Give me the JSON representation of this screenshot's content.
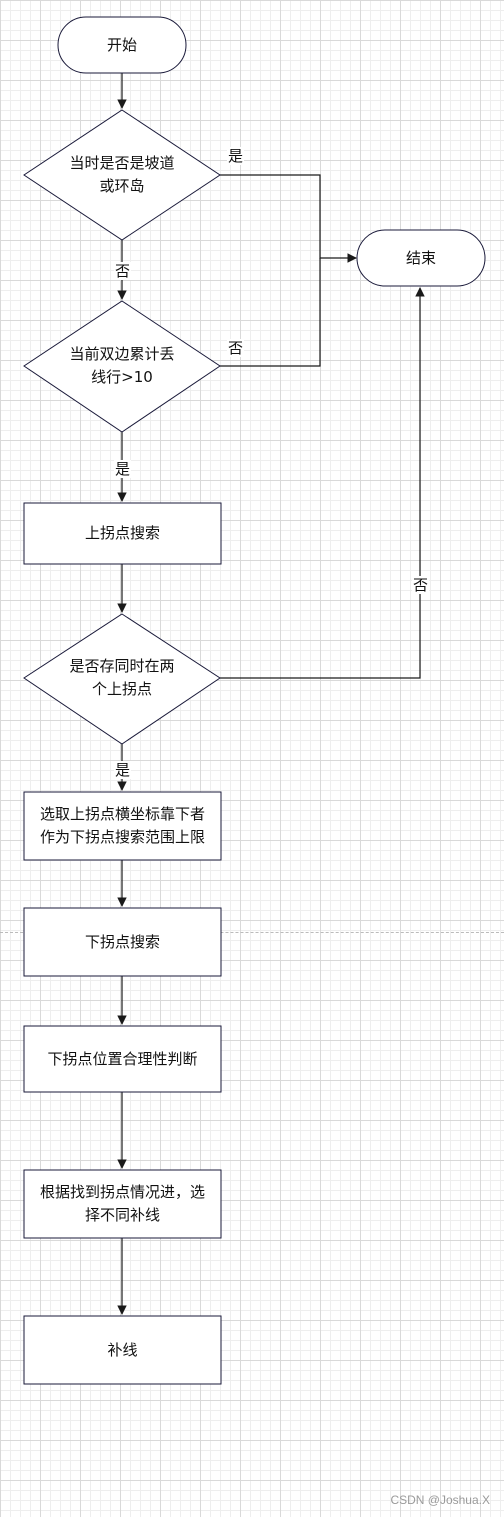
{
  "nodes": {
    "start": "开始",
    "end": "结束",
    "check_ramp": "当时是否是坡道\n或环岛",
    "check_lost": "当前双边累计丢\n线行>10",
    "upper_search": "上拐点搜索",
    "check_both": "是否存同时在两\n个上拐点",
    "select_upper": "选取上拐点横坐标靠下者\n作为下拐点搜索范围上限",
    "lower_search": "下拐点搜索",
    "lower_check": "下拐点位置合理性判断",
    "choose_fill": "根据找到拐点情况进，选\n择不同补线",
    "fill_line": "补线"
  },
  "edge_labels": {
    "ramp_yes": "是",
    "ramp_no": "否",
    "lost_no": "否",
    "lost_yes": "是",
    "both_no": "否",
    "both_yes": "是"
  },
  "watermark": "CSDN @Joshua.X"
}
